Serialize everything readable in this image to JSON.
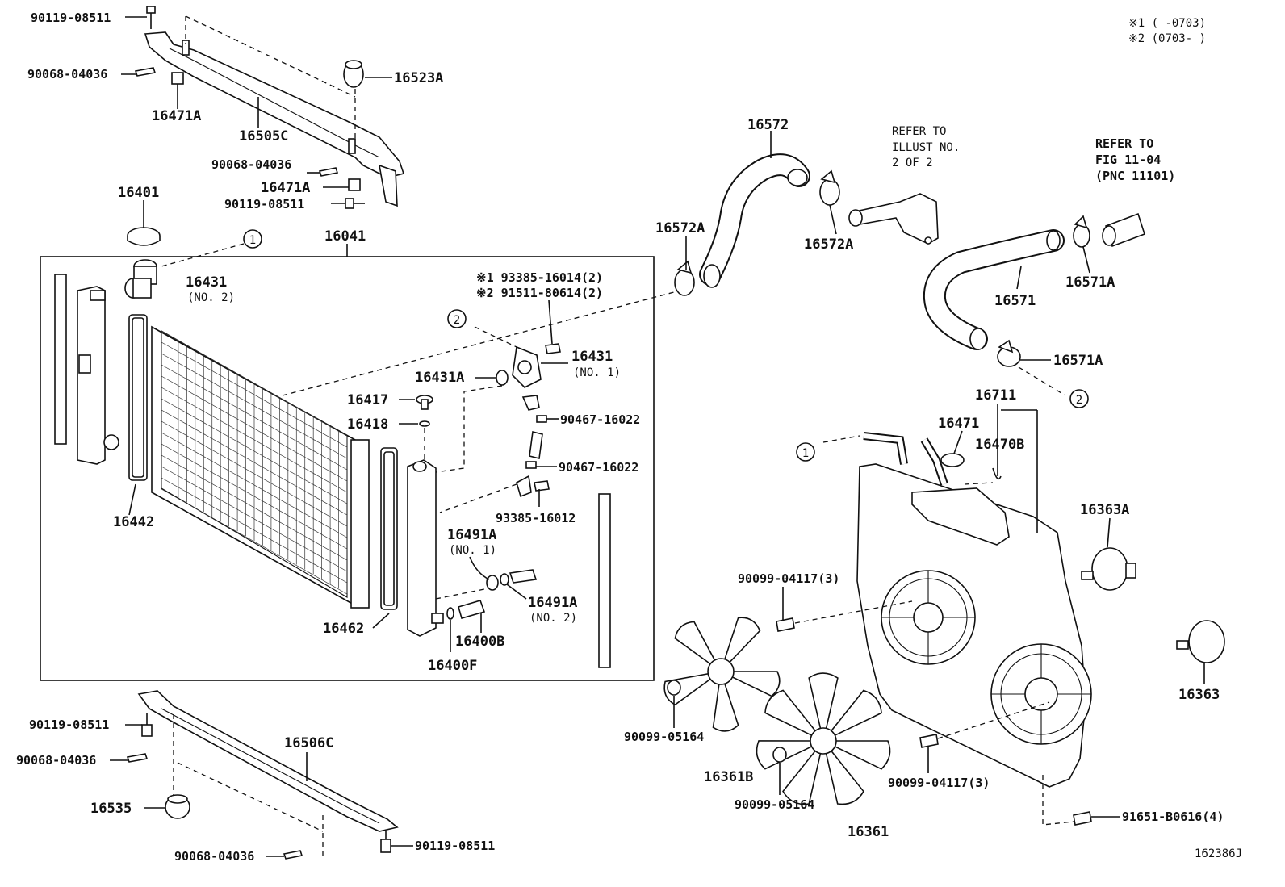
{
  "parts": {
    "p90119_08511_top": "90119-08511",
    "p90068_04036_top": "90068-04036",
    "p16523A": "16523A",
    "p16471A_a": "16471A",
    "p16505C": "16505C",
    "p90068_04036_mid": "90068-04036",
    "p16471A_b": "16471A",
    "p90119_08511_mid": "90119-08511",
    "p16401": "16401",
    "p16041": "16041",
    "p16431_no2": "16431",
    "p16431_no2_sub": "(NO. 2)",
    "p93385_16014": "※1 93385-16014(2)",
    "p91511_80614": "※2 91511-80614(2)",
    "p16431_no1": "16431",
    "p16431_no1_sub": "(NO. 1)",
    "p16431A": "16431A",
    "p16417": "16417",
    "p16418": "16418",
    "p90467_16022_a": "90467-16022",
    "p90467_16022_b": "90467-16022",
    "p93385_16012": "93385-16012",
    "p16442": "16442",
    "p16491A_no1": "16491A",
    "p16491A_no1_sub": "(NO. 1)",
    "p16491A_no2": "16491A",
    "p16491A_no2_sub": "(NO. 2)",
    "p16462": "16462",
    "p16400B": "16400B",
    "p16400F": "16400F",
    "p90119_08511_bot": "90119-08511",
    "p90068_04036_bot": "90068-04036",
    "p16506C": "16506C",
    "p16535": "16535",
    "p90068_04036_bot2": "90068-04036",
    "p90119_08511_bot2": "90119-08511",
    "p16572": "16572",
    "p16572A_a": "16572A",
    "p16572A_b": "16572A",
    "refer1_a": "REFER TO",
    "refer1_b": "ILLUST NO.",
    "refer1_c": "2 OF 2",
    "refer2_a": "REFER TO",
    "refer2_b": "FIG 11-04",
    "refer2_c": "(PNC 11101)",
    "p16571": "16571",
    "p16571A_a": "16571A",
    "p16571A_b": "16571A",
    "p16711": "16711",
    "p16471": "16471",
    "p16470B": "16470B",
    "p16363A": "16363A",
    "p90099_04117_a": "90099-04117(3)",
    "p90099_05164_a": "90099-05164",
    "p16361B": "16361B",
    "p90099_05164_b": "90099-05164",
    "p16361": "16361",
    "p90099_04117_b": "90099-04117(3)",
    "p16363": "16363",
    "p91651_B0616": "91651-B0616(4)",
    "ref1": "1",
    "ref2": "2"
  },
  "legend": {
    "note1": "※1 (     -0703)",
    "note2": "※2 (0703-     )"
  },
  "figure_id": "162386J"
}
